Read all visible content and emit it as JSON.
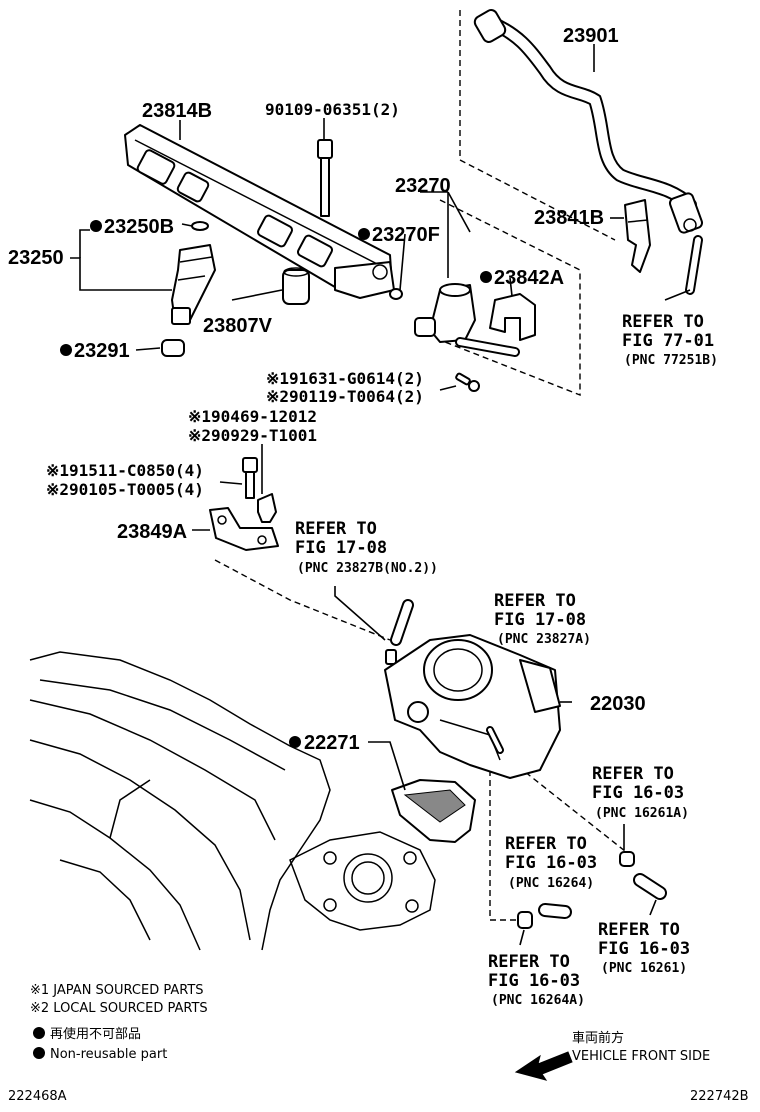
{
  "labels": {
    "p23901": "23901",
    "p23814B": "23814B",
    "p90109": "90109-06351(2)",
    "p23270": "23270",
    "p23250B": "23250B",
    "p23250": "23250",
    "p23270F": "23270F",
    "p23841B": "23841B",
    "p23842A": "23842A",
    "p23807V": "23807V",
    "p23291": "23291",
    "p91631": "※191631-G0614(2)",
    "p90119": "※290119-T0064(2)",
    "p90469": "※190469-12012",
    "p90929": "※290929-T1001",
    "p91511": "※191511-C0850(4)",
    "p90105": "※290105-T0005(4)",
    "p23849A": "23849A",
    "p22030": "22030",
    "p22271": "22271"
  },
  "refs": {
    "r1": {
      "l1": "REFER TO",
      "l2": "FIG 77-01",
      "pnc": "(PNC 77251B)"
    },
    "r2": {
      "l1": "REFER TO",
      "l2": "FIG 17-08",
      "pnc": "(PNC 23827B(NO.2))"
    },
    "r3": {
      "l1": "REFER TO",
      "l2": "FIG 17-08",
      "pnc": "(PNC 23827A)"
    },
    "r4": {
      "l1": "REFER TO",
      "l2": "FIG 16-03",
      "pnc": "(PNC 16261A)"
    },
    "r5": {
      "l1": "REFER TO",
      "l2": "FIG 16-03",
      "pnc": "(PNC 16264)"
    },
    "r6": {
      "l1": "REFER TO",
      "l2": "FIG 16-03",
      "pnc": "(PNC 16261)"
    },
    "r7": {
      "l1": "REFER TO",
      "l2": "FIG 16-03",
      "pnc": "(PNC 16264A)"
    }
  },
  "legend": {
    "japan": "※1 JAPAN SOURCED PARTS",
    "local": "※2 LOCAL SOURCED PARTS",
    "nonreuse_jp": "再使用不可部品",
    "nonreuse_en": "Non-reusable part",
    "front_jp": "車両前方",
    "front_en": "VEHICLE FRONT SIDE"
  },
  "footer": {
    "left": "222468A",
    "right": "222742B"
  }
}
